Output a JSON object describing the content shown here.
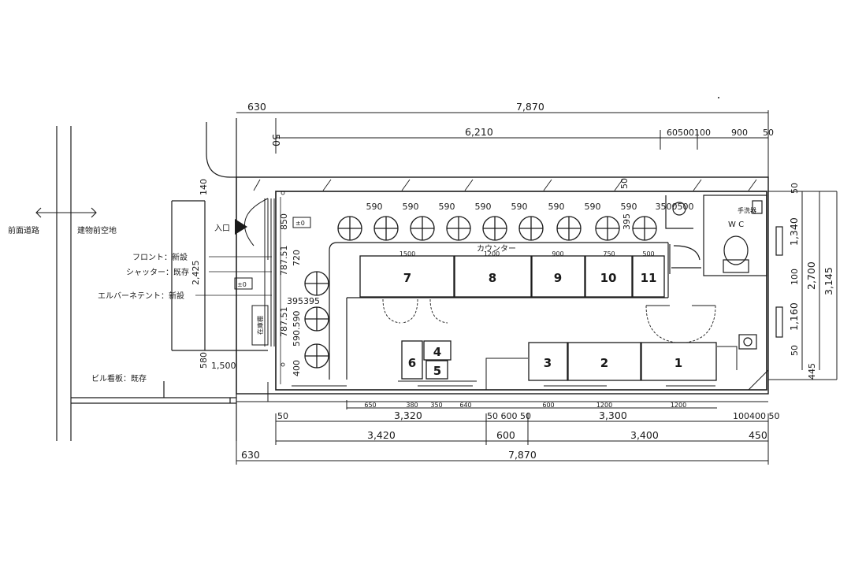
{
  "top_dims": {
    "overall_left": "630",
    "overall": "7,870",
    "row2_left": "50",
    "row2_main": "6,210",
    "row2_right": "60500100",
    "row2_900": "900",
    "row2_50": "50"
  },
  "bottom_dims": {
    "row1": [
      "650",
      "380",
      "350",
      "640",
      "600",
      "1200",
      "1200"
    ],
    "row2": {
      "left": "50",
      "a": "3,320",
      "mid": "50 600 50",
      "b": "3,300",
      "right": "100400 50"
    },
    "row3": {
      "a": "3,420",
      "mid": "600",
      "b": "3,400",
      "right": "450"
    },
    "row4": {
      "left": "630",
      "overall": "7,870"
    }
  },
  "right_dims": {
    "inner": [
      "50",
      "1,340",
      "100",
      "1,160",
      "50"
    ],
    "mid": "2,700",
    "outer": "3,145",
    "bottom": "445"
  },
  "left_dims": {
    "v1": "140",
    "v2": "850",
    "v3": "720",
    "v4": "787.51",
    "v5": "787.51",
    "v6": "590.590",
    "v7": "400",
    "v8": "395395",
    "facade_h": "2,425",
    "facade_w": "1,500",
    "sign_offset": "580"
  },
  "seat_spacing": [
    "590",
    "590",
    "590",
    "590",
    "590",
    "590",
    "590",
    "590",
    "3500500"
  ],
  "seat_sub": "395",
  "seat_sub2": "50",
  "counter_label": "カウンター",
  "counter_widths": [
    "1500",
    "1200",
    "900",
    "750",
    "500"
  ],
  "equipment": [
    "7",
    "8",
    "9",
    "10",
    "11",
    "6",
    "4",
    "5",
    "3",
    "2",
    "1"
  ],
  "labels": {
    "road": "前面道路",
    "building_space": "建物前空地",
    "entrance": "入口",
    "front": "フロント：新設",
    "shutter": "シャッター：既存",
    "awning": "エルバーネテント：新設",
    "sign": "ビル看板：既存",
    "wc": "W C",
    "handwash": "手洗器",
    "level1": "±0",
    "level2": "±0",
    "stock": "在庫棚"
  }
}
